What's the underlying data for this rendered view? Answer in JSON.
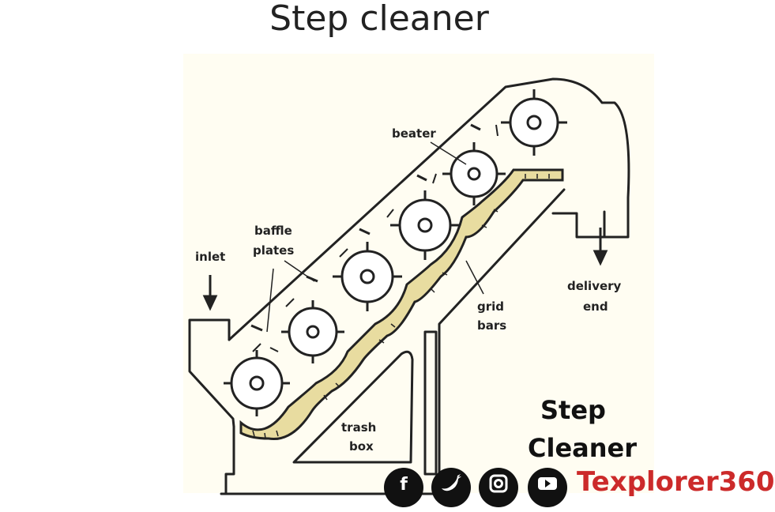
{
  "title": "Step cleaner",
  "labels": {
    "inlet": "inlet",
    "baffle": "baffle",
    "plates": "plates",
    "beater": "beater",
    "grid": "grid",
    "bars": "bars",
    "delivery": "delivery",
    "end": "end",
    "trash": "trash",
    "box": "box",
    "caption_line1": "Step",
    "caption_line2": "Cleaner"
  },
  "social": {
    "icons": [
      "facebook-icon",
      "twitter-icon",
      "instagram-icon",
      "youtube-icon"
    ],
    "brand": "Texplorer360"
  },
  "colors": {
    "diagram_background": "#fffdf2",
    "ink": "#222222",
    "grid_bar_fill": "#e8dca0",
    "brand": "#cc2a2a",
    "icon_background": "#111111"
  }
}
